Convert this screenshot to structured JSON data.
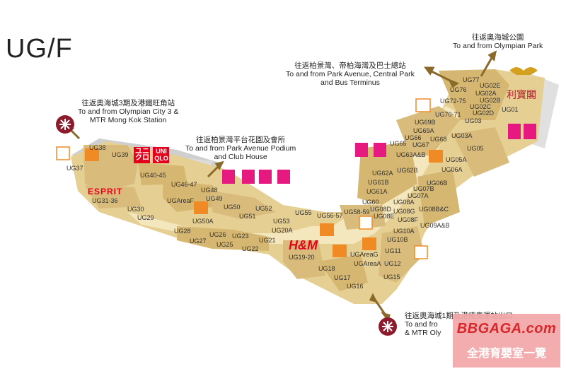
{
  "floor": "UG/F",
  "destinations": [
    {
      "zh": "往返奧海城公園",
      "en": "To and from Olympian Park"
    },
    {
      "zh": "往返柏景灣、帝柏海灣及巴士總站",
      "en": "To and from Park Avenue, Central Park",
      "en2": "and Bus Terminus"
    },
    {
      "zh": "往返奧海城3期及港鐵旺角站",
      "en": "To and from Olympian City 3 &",
      "en2": "MTR Mong Kok Station"
    },
    {
      "zh": "往返柏景灣平台花園及會所",
      "en": "To and from Park Avenue Podium",
      "en2": "and Club House"
    },
    {
      "zh": "往返奧海城1期及港鐵奧運站出口",
      "en": "To and fro",
      "en2": "& MTR Oly"
    }
  ],
  "shops": [
    "UG38",
    "UG39",
    "UG37",
    "UG40-45",
    "UG31-36",
    "UG46-47",
    "UG48",
    "UGAreaF",
    "UG49",
    "UG30",
    "UG29",
    "UG50A",
    "UG50",
    "UG51",
    "UG52",
    "UG28",
    "UG27",
    "UG26",
    "UG25",
    "UG23",
    "UG22",
    "UG21",
    "UG53",
    "UG20A",
    "UG55",
    "UG56-57",
    "UG58-59",
    "UG19-20",
    "UG18",
    "UG17",
    "UG16",
    "UGAreaG",
    "UGAreaA",
    "UG77",
    "UG76",
    "UG72-75",
    "UG70-71",
    "UG69B",
    "UG69A",
    "UG67",
    "UG68",
    "UG66",
    "UG65",
    "UG63A&B",
    "UG62A",
    "UG62B",
    "UG61B",
    "UG61A",
    "UG60",
    "UG08D",
    "UG08E",
    "UG08A",
    "UG08G",
    "UG08F",
    "UG07A",
    "UG07B",
    "UG06B",
    "UG08B&C",
    "UG06A",
    "UG05A",
    "UG05",
    "UG03A",
    "UG03",
    "UG02D",
    "UG02C",
    "UG02B",
    "UG02A",
    "UG02E",
    "UG01",
    "UG09A&B",
    "UG10A",
    "UG10B",
    "UG11",
    "UG12",
    "UG15"
  ],
  "brands": {
    "uniqlo_top": "UNI",
    "uniqlo_bottom": "QLO",
    "esprit": "ESPRIT",
    "hm": "H&M",
    "chinese_sign": "利寶閣"
  },
  "watermark": {
    "site": "BBGAGA.com",
    "tagline": "全港育嬰室一覽"
  },
  "colors": {
    "floor": "#e6cf92",
    "floor_light": "#f4e6bd",
    "shop": "#d9bc7c",
    "magenta": "#e5197f",
    "orange": "#f08a24",
    "mtr": "#8e1b2b",
    "wall": "#c8c8c8"
  }
}
